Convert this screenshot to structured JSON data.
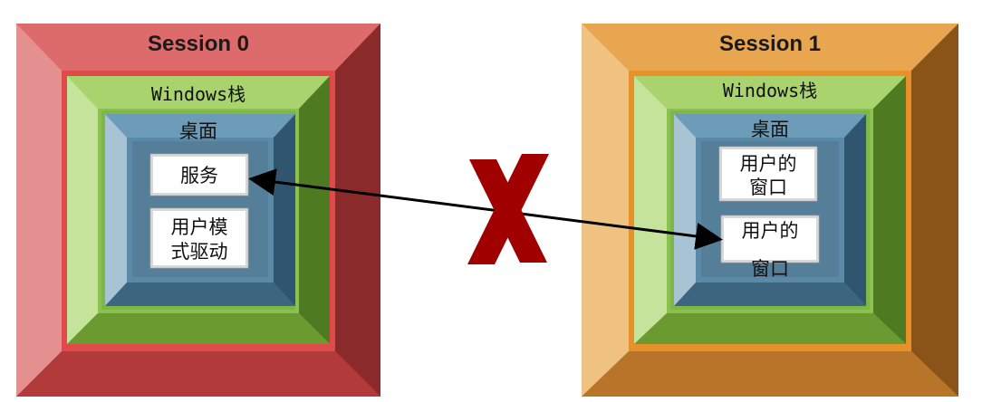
{
  "session0": {
    "title": "Session 0",
    "stack_label": "Windows栈",
    "desktop_label": "桌面",
    "boxes": [
      {
        "lines": [
          "服务"
        ]
      },
      {
        "lines": [
          "用户模",
          "式驱动"
        ]
      }
    ]
  },
  "session1": {
    "title": "Session 1",
    "stack_label": "Windows栈",
    "desktop_label": "桌面",
    "boxes": [
      {
        "lines": [
          "用户的",
          "窗口"
        ]
      },
      {
        "lines": [
          "用户的",
          "窗口"
        ]
      }
    ]
  },
  "colors": {
    "session0_outer": "#d65a5a",
    "session1_outer": "#e0963c",
    "stack_green": "#8cc050",
    "desktop_blue": "#5a8aa8",
    "cross_mark": "#a00000"
  },
  "blocked_connection": {
    "from": "session0-service-box",
    "to": "session1-window-box-2",
    "blocked_icon": "cross-mark-icon"
  }
}
